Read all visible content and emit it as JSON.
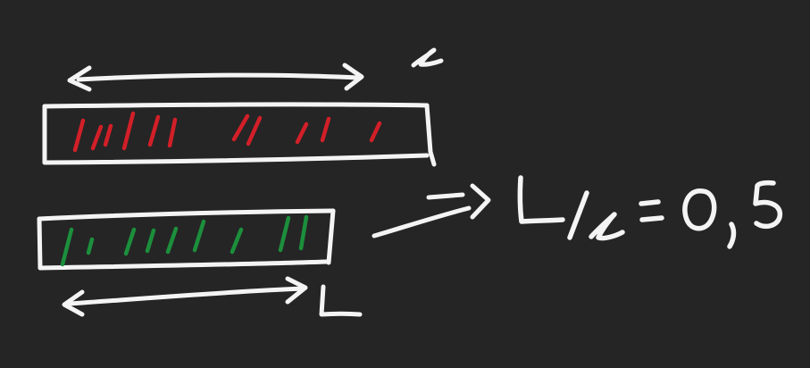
{
  "colors": {
    "background": "#252525",
    "ink": "#f4f4f4",
    "top_bar_hatch": "#d21f28",
    "bottom_bar_hatch": "#1c8f3c"
  },
  "top_bar": {
    "length_label": "ℓ",
    "hatch_color_name": "red"
  },
  "bottom_bar": {
    "length_label": "L",
    "hatch_color_name": "green"
  },
  "result": {
    "ratio_expression": "L/ℓ = 0,5",
    "numerator": "L",
    "denominator": "ℓ",
    "value": "0,5"
  }
}
